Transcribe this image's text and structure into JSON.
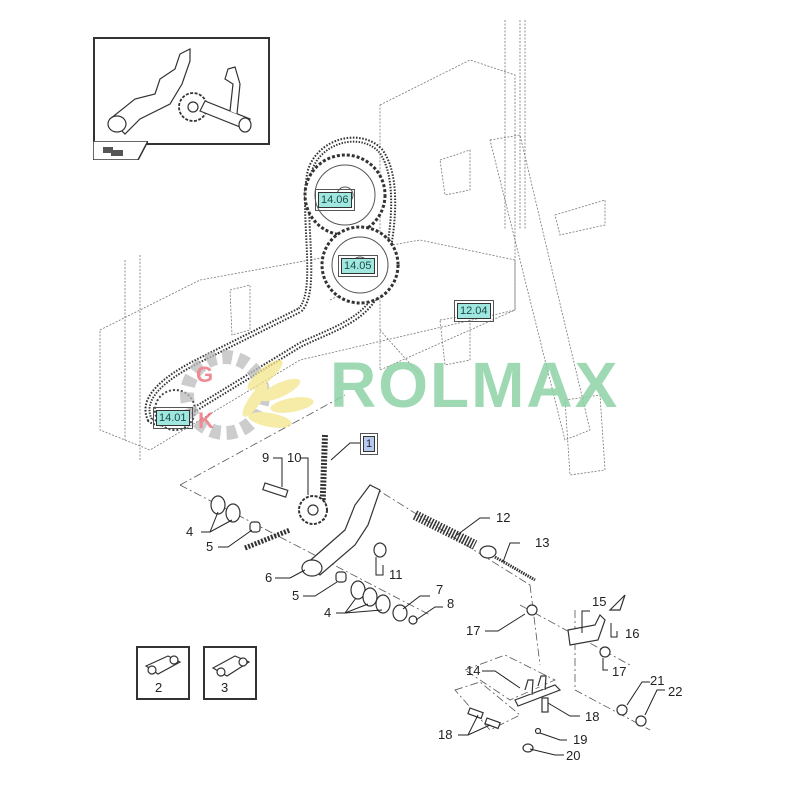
{
  "diagram": {
    "title": "",
    "type": "exploded-parts-diagram",
    "watermark": {
      "text": "ROLMAX",
      "logo_letters": [
        "G",
        "K"
      ],
      "text_color": "#8fd3a6",
      "logo_gear_color": "#bbbbbb",
      "logo_leaf_color": "#f3e58a",
      "logo_letter_color": "#e8646e"
    },
    "inset": {
      "description": "Assembled view of tensioner arm with sprocket",
      "nav_icon": "return-arrow-icon"
    },
    "reference_tags": [
      {
        "id": "14.06",
        "color": "#9fe7df"
      },
      {
        "id": "14.05",
        "color": "#9fe7df"
      },
      {
        "id": "12.04",
        "color": "#9fe7df"
      },
      {
        "id": "14.01",
        "color": "#9fe7df"
      },
      {
        "id": "1",
        "color": "#b7c9ef"
      }
    ],
    "callouts": [
      {
        "num": "2",
        "part": "chain connecting link"
      },
      {
        "num": "3",
        "part": "chain offset link"
      },
      {
        "num": "4",
        "part": "washer (left)"
      },
      {
        "num": "4",
        "part": "washer (right)"
      },
      {
        "num": "5",
        "part": "bushing (upper)"
      },
      {
        "num": "5",
        "part": "bushing (lower)"
      },
      {
        "num": "6",
        "part": "tensioner arm"
      },
      {
        "num": "7",
        "part": "washer"
      },
      {
        "num": "8",
        "part": "snap ring"
      },
      {
        "num": "9",
        "part": "bolt"
      },
      {
        "num": "10",
        "part": "idler sprocket"
      },
      {
        "num": "11",
        "part": "bushing"
      },
      {
        "num": "12",
        "part": "tension spring"
      },
      {
        "num": "13",
        "part": "eye bolt"
      },
      {
        "num": "14",
        "part": "bracket"
      },
      {
        "num": "15",
        "part": "spring anchor"
      },
      {
        "num": "16",
        "part": "clip"
      },
      {
        "num": "17",
        "part": "nut (upper)"
      },
      {
        "num": "17",
        "part": "nut (lower)"
      },
      {
        "num": "18",
        "part": "bolt (right)"
      },
      {
        "num": "18",
        "part": "bolts (left)"
      },
      {
        "num": "19",
        "part": "washer"
      },
      {
        "num": "20",
        "part": "nut"
      },
      {
        "num": "21",
        "part": "washer"
      },
      {
        "num": "22",
        "part": "nut"
      }
    ]
  }
}
